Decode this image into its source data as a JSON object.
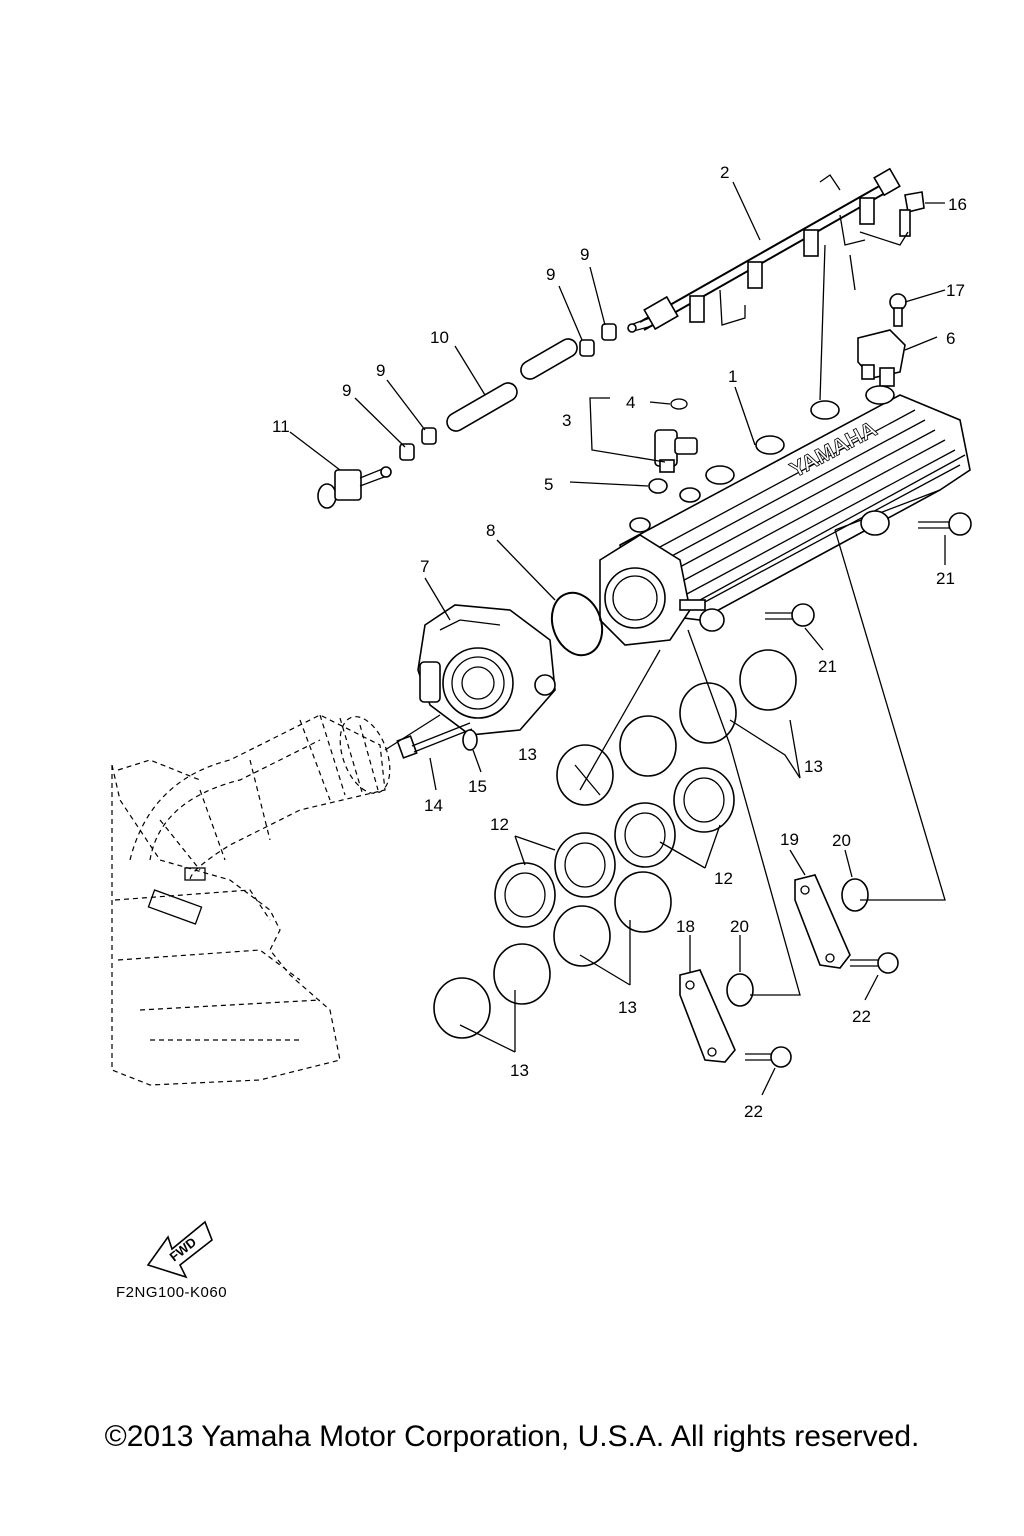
{
  "callouts": {
    "c1": "1",
    "c2": "2",
    "c3": "3",
    "c4": "4",
    "c5": "5",
    "c6": "6",
    "c7": "7",
    "c8": "8",
    "c9a": "9",
    "c9b": "9",
    "c9c": "9",
    "c9d": "9",
    "c10": "10",
    "c11": "11",
    "c12a": "12",
    "c12b": "12",
    "c13a": "13",
    "c13b": "13",
    "c13c": "13",
    "c13d": "13",
    "c14": "14",
    "c15": "15",
    "c16": "16",
    "c17": "17",
    "c18": "18",
    "c19": "19",
    "c20a": "20",
    "c20b": "20",
    "c21a": "21",
    "c21b": "21",
    "c22a": "22",
    "c22b": "22"
  },
  "logo_text": "YAMAHA",
  "fwd_label": "FWD",
  "diagram_code": "F2NG100-K060",
  "copyright": "©2013 Yamaha Motor Corporation, U.S.A. All rights reserved."
}
